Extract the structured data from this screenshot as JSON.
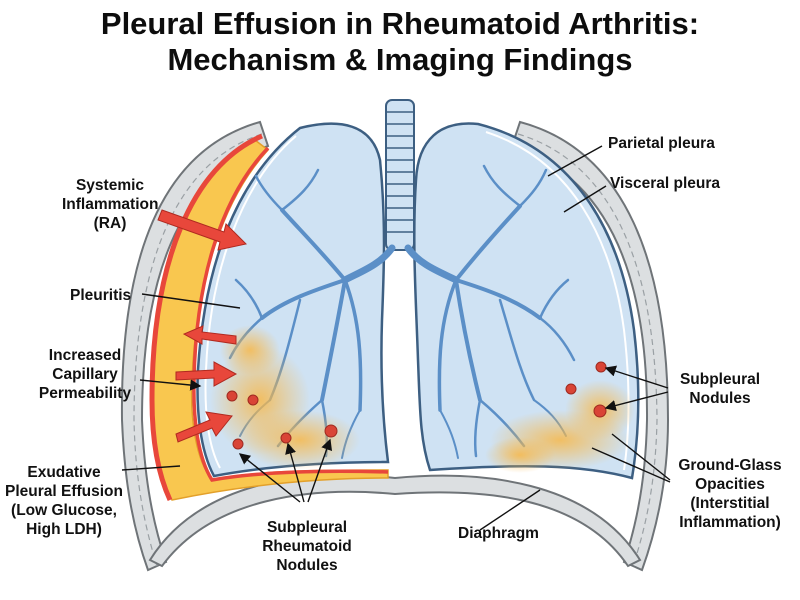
{
  "title": {
    "line1": "Pleural Effusion in Rheumatoid Arthritis:",
    "line2": "Mechanism & Imaging Findings"
  },
  "labels": {
    "systemic_inflammation": [
      "Systemic",
      "Inflammation",
      "(RA)"
    ],
    "pleuritis": "Pleuritis",
    "capillary_permeability": [
      "Increased",
      "Capillary",
      "Permeability"
    ],
    "exudative_effusion": [
      "Exudative",
      "Pleural Effusion",
      "(Low Glucose,",
      "High LDH)"
    ],
    "subpleural_rheumatoid_nodules": [
      "Subpleural",
      "Rheumatoid",
      "Nodules"
    ],
    "diaphragm": "Diaphragm",
    "parietal_pleura": "Parietal pleura",
    "visceral_pleura": "Visceral pleura",
    "subpleural_nodules": [
      "Subpleural",
      "Nodules"
    ],
    "ground_glass": [
      "Ground-Glass",
      "Opacities",
      "(Interstitial",
      "Inflammation)"
    ]
  },
  "colors": {
    "lung_fill": "#cfe2f3",
    "lung_outline": "#3d5f82",
    "bronchi": "#5b8fc7",
    "effusion": "#f9c74f",
    "inflamed_pleura": "#e8473b",
    "nodule": "#d94436",
    "chest_wall": "#d9dcde"
  }
}
